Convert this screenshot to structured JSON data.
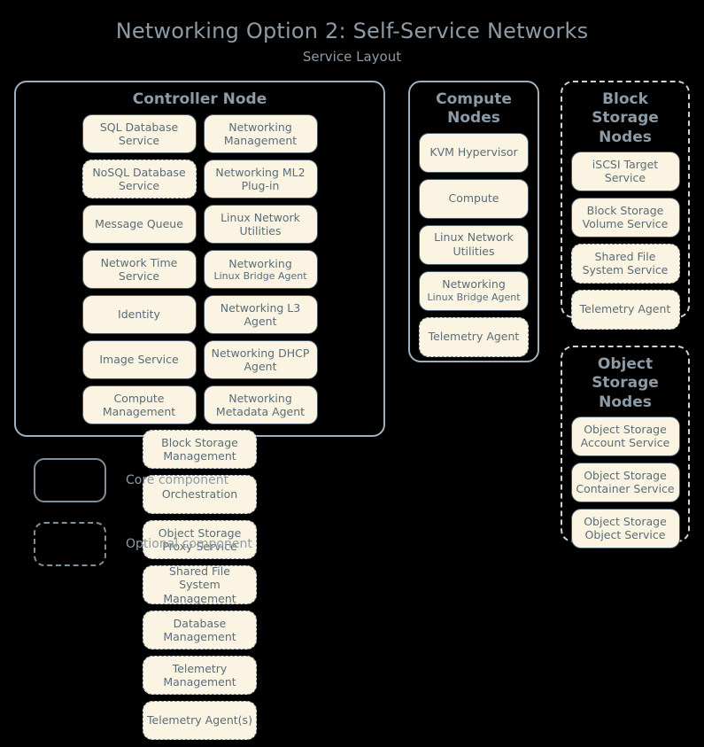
{
  "title": {
    "main": "Networking Option 2: Self-Service Networks",
    "sub": "Service Layout"
  },
  "colors": {
    "background": "#000000",
    "chip_fill": "#fbf4e2",
    "chip_border": "#4a5a66",
    "optional_border": "#7d8d98",
    "container_border": "#9fb0bc",
    "text": "#5a6d78",
    "heading": "#8d9ba6"
  },
  "nodes": {
    "controller": {
      "title": "Controller Node",
      "style": "core",
      "columns": [
        {
          "items": [
            {
              "label": "SQL Database Service",
              "style": "core"
            },
            {
              "label": "NoSQL Database Service",
              "style": "optional"
            },
            {
              "label": "Message Queue",
              "style": "core"
            },
            {
              "label": "Network Time Service",
              "style": "core"
            },
            {
              "label": "Identity",
              "style": "core"
            },
            {
              "label": "Image Service",
              "style": "core"
            },
            {
              "label": "Compute Management",
              "style": "core"
            }
          ]
        },
        {
          "items": [
            {
              "label": "Networking Management",
              "style": "core"
            },
            {
              "label": "Networking ML2 Plug-in",
              "style": "core"
            },
            {
              "label": "Linux Network Utilities",
              "style": "core"
            },
            {
              "label": "Networking",
              "sub": "Linux Bridge Agent",
              "style": "core"
            },
            {
              "label": "Networking L3 Agent",
              "style": "core"
            },
            {
              "label": "Networking DHCP Agent",
              "style": "core"
            },
            {
              "label": "Networking Metadata Agent",
              "style": "core"
            }
          ]
        },
        {
          "items": [
            {
              "label": "Block Storage Management",
              "style": "optional"
            },
            {
              "label": "Orchestration",
              "style": "optional"
            },
            {
              "label": "Object Storage Proxy Service",
              "style": "optional"
            },
            {
              "label": "Shared File System Management",
              "style": "optional"
            },
            {
              "label": "Database Management",
              "style": "optional"
            },
            {
              "label": "Telemetry Management",
              "style": "optional"
            },
            {
              "label": "Telemetry Agent(s)",
              "style": "optional"
            }
          ]
        }
      ]
    },
    "compute": {
      "title": "Compute Nodes",
      "style": "core",
      "items": [
        {
          "label": "KVM Hypervisor",
          "style": "core"
        },
        {
          "label": "Compute",
          "style": "core"
        },
        {
          "label": "Linux Network Utilities",
          "style": "core"
        },
        {
          "label": "Networking",
          "sub": "Linux Bridge Agent",
          "style": "core"
        },
        {
          "label": "Telemetry Agent",
          "style": "optional"
        }
      ]
    },
    "block_storage": {
      "title": "Block Storage Nodes",
      "style": "optional",
      "items": [
        {
          "label": "iSCSI Target Service",
          "style": "core"
        },
        {
          "label": "Block Storage Volume Service",
          "style": "core"
        },
        {
          "label": "Shared File System Service",
          "style": "optional"
        },
        {
          "label": "Telemetry Agent",
          "style": "optional"
        }
      ]
    },
    "object_storage": {
      "title": "Object Storage Nodes",
      "style": "optional",
      "items": [
        {
          "label": "Object Storage Account Service",
          "style": "core"
        },
        {
          "label": "Object Storage Container Service",
          "style": "core"
        },
        {
          "label": "Object Storage Object Service",
          "style": "core"
        }
      ]
    }
  },
  "legend": {
    "core_label": "Core component",
    "optional_label": "Optional component"
  }
}
